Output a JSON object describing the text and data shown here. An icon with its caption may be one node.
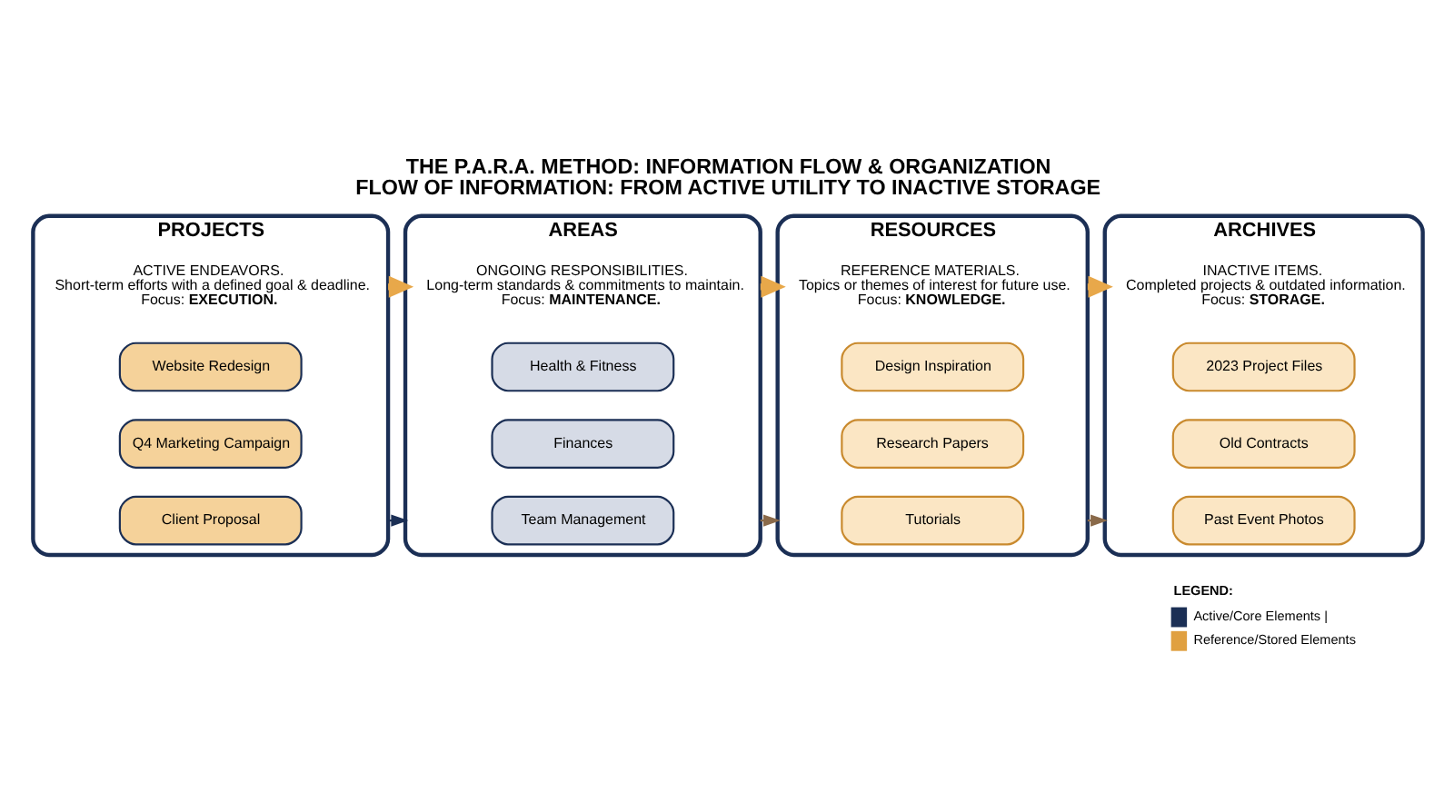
{
  "diagram": {
    "title": "THE P.A.R.A. METHOD: INFORMATION FLOW & ORGANIZATION",
    "caption": "FLOW OF INFORMATION: FROM ACTIVE UTILITY TO INACTIVE STORAGE",
    "nodes": [
      {
        "text": [
          "PROJECTS"
        ]
      },
      {
        "text": [
          "ACTIVE ENDEAVORS.",
          "Short-term efforts with a defined goal & deadline.",
          "Focus: **EXECUTION.**"
        ],
        "in": 0
      },
      {
        "text": [
          "Website Redesign"
        ],
        "in": 0
      },
      {
        "text": [
          "Q4 Marketing Campaign"
        ],
        "in": 0
      },
      {
        "text": [
          "Client Proposal"
        ],
        "in": 0
      },
      {
        "text": [
          "AREAS"
        ]
      },
      {
        "text": [
          "ONGOING RESPONSIBILITIES.",
          "Long-term standards & commitments to maintain.",
          "Focus: **MAINTENANCE.**"
        ],
        "in": 5
      },
      {
        "text": [
          "Health & Fitness"
        ],
        "in": 5
      },
      {
        "text": [
          "Finances"
        ],
        "in": 5
      },
      {
        "text": [
          "Team Management"
        ],
        "in": 5
      },
      {
        "text": [
          "RESOURCES"
        ]
      },
      {
        "text": [
          "REFERENCE MATERIALS.",
          "Topics or themes of interest for future use.",
          "Focus: **KNOWLEDGE.**"
        ],
        "in": 10
      },
      {
        "text": [
          "Design Inspiration"
        ],
        "in": 10
      },
      {
        "text": [
          "Research Papers"
        ],
        "in": 10
      },
      {
        "text": [
          "Tutorials"
        ],
        "in": 10
      },
      {
        "text": [
          "ARCHIVES"
        ]
      },
      {
        "text": [
          "INACTIVE ITEMS.",
          "Completed projects & outdated information.",
          "Focus: **STORAGE.**"
        ],
        "in": 15
      },
      {
        "text": [
          "2023 Project Files"
        ],
        "in": 15
      },
      {
        "text": [
          "Old Contracts"
        ],
        "in": 15
      },
      {
        "text": [
          "Past Event Photos"
        ],
        "in": 15
      }
    ],
    "edges": [
      {
        "from": 0,
        "to": 5,
        "arrow": "to",
        "style": "thick",
        "color": "#e8a84a"
      },
      {
        "from": 0,
        "to": 5,
        "arrow": "to",
        "style": "dashed",
        "color": "#1b2f55"
      },
      {
        "from": 5,
        "to": 10,
        "arrow": "to",
        "style": "thick",
        "color": "#e8a84a"
      },
      {
        "from": 5,
        "to": 10,
        "arrow": "to",
        "style": "dashed",
        "color": "#8a6a4a"
      },
      {
        "from": 10,
        "to": 15,
        "arrow": "to",
        "style": "thick",
        "color": "#e8a84a"
      },
      {
        "from": 10,
        "to": 15,
        "arrow": "to",
        "style": "dashed",
        "color": "#8a6a4a"
      }
    ],
    "labels": [
      "LEGEND:"
    ],
    "legend": [
      {
        "text": "Active/Core Elements |",
        "color": "#1b2f55"
      },
      {
        "text": "Reference/Stored Elements",
        "color": "#e0a040"
      }
    ]
  }
}
